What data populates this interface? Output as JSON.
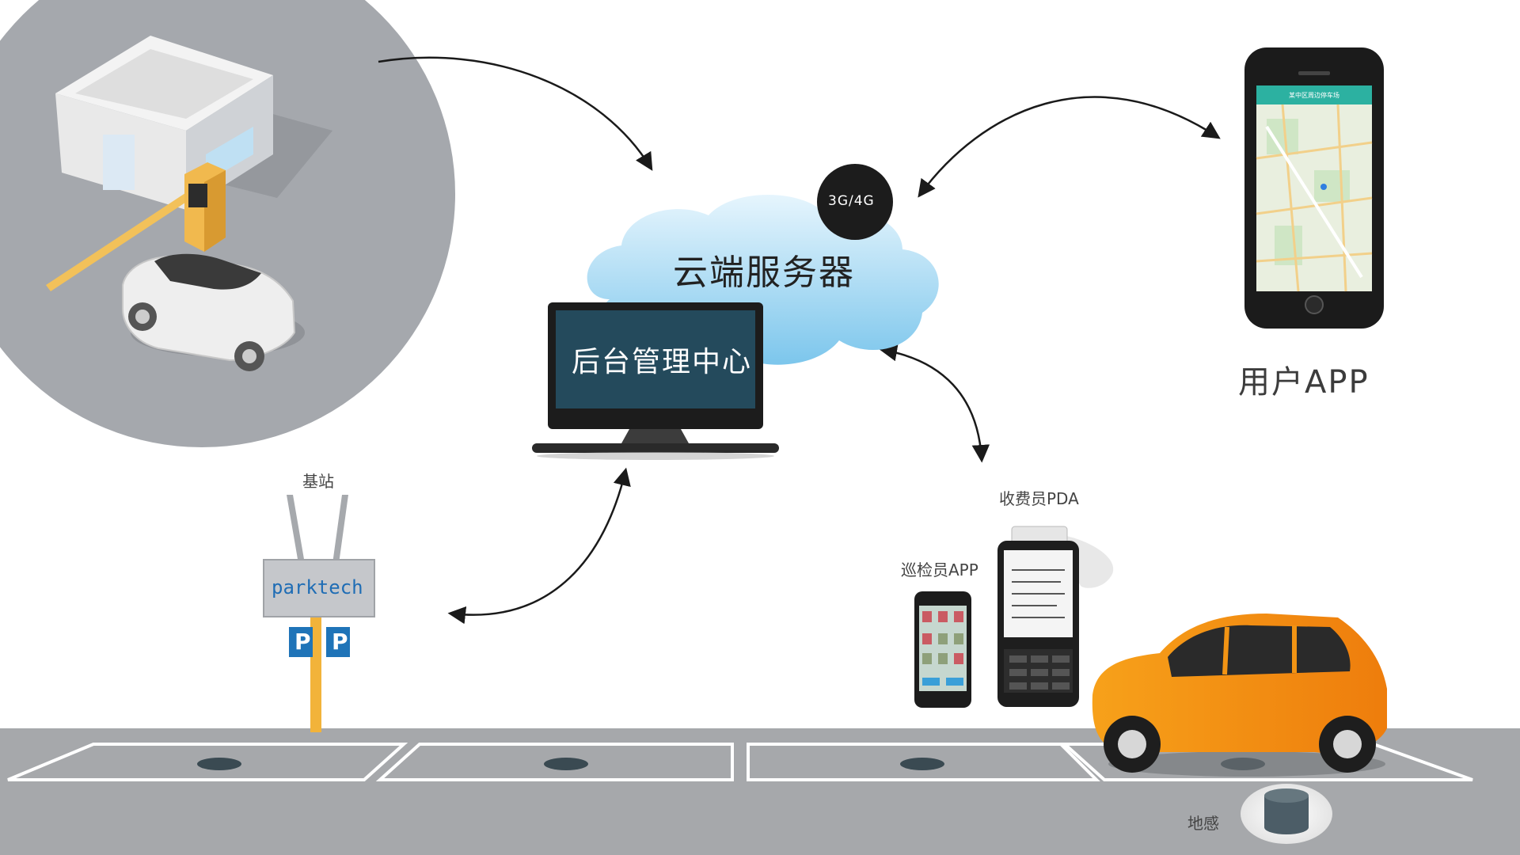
{
  "cloud": {
    "label": "云端服务器",
    "network_badge": "3G/4G"
  },
  "management": {
    "label": "后台管理中心"
  },
  "user_app": {
    "label": "用户APP",
    "phone_header": "某中区周边停车场"
  },
  "base_station": {
    "label": "基站",
    "brand": "parktech",
    "sign_letter_1": "P",
    "sign_letter_2": "P"
  },
  "toll_pda": {
    "label": "收费员PDA"
  },
  "inspector_app": {
    "label": "巡检员APP"
  },
  "ground_sensor": {
    "label": "地感"
  },
  "colors": {
    "accent_gray": "#a5a8ad",
    "road_gray": "#a6a8ab",
    "screen_navy": "#244a5c",
    "cloud_blue": "#8ed0f1",
    "car_orange": "#f28a12",
    "barrier_yellow": "#f2c15a",
    "parking_blue": "#1f74b8"
  },
  "icons": [
    "toll-booth-icon",
    "barrier-gate-icon",
    "white-car-icon",
    "cloud-icon",
    "laptop-icon",
    "smartphone-icon",
    "map-icon",
    "base-station-icon",
    "pda-device-icon",
    "inspector-phone-icon",
    "orange-car-icon",
    "ground-sensor-icon"
  ]
}
